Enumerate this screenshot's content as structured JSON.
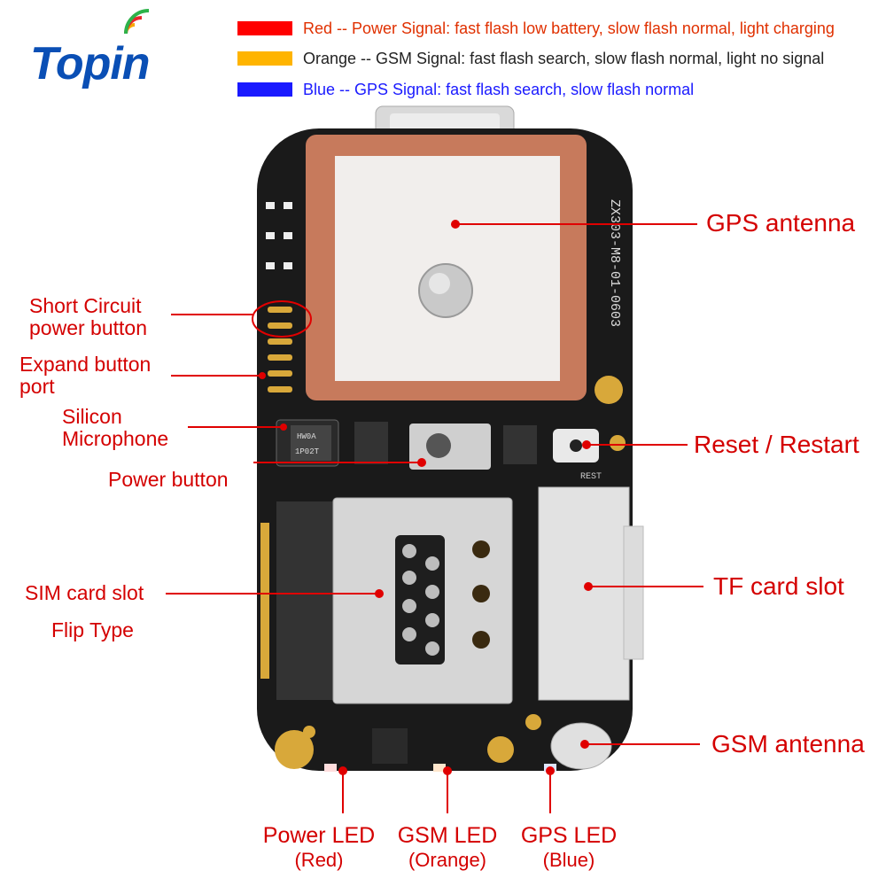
{
  "brand": {
    "name": "Topin"
  },
  "legend": [
    {
      "color": "#ff0000",
      "text": "Red -- Power Signal: fast flash low battery, slow flash normal, light charging",
      "text_color": "#e03000"
    },
    {
      "color": "#ffb400",
      "text": "Orange -- GSM Signal: fast flash search, slow flash normal, light no signal",
      "text_color": "#222222"
    },
    {
      "color": "#1a1aff",
      "text": "Blue -- GPS Signal: fast flash search, slow flash normal",
      "text_color": "#1a1aff"
    }
  ],
  "labels": {
    "gps_antenna": "GPS antenna",
    "short_circuit_1": "Short Circuit",
    "short_circuit_2": "power button",
    "expand_port_1": "Expand button",
    "expand_port_2": "port",
    "mic_1": "Silicon",
    "mic_2": "Microphone",
    "power_button": "Power button",
    "reset": "Reset / Restart",
    "sim_slot": "SIM card slot",
    "flip_type": "Flip Type",
    "tf_slot": "TF card slot",
    "gsm_antenna": "GSM antenna"
  },
  "leds": [
    {
      "name": "Power LED",
      "color": "(Red)"
    },
    {
      "name": "GSM LED",
      "color": "(Orange)"
    },
    {
      "name": "GPS LED",
      "color": "(Blue)"
    }
  ],
  "board_text": {
    "silkscreen": "ZX303-M8-01-0603",
    "mic_mark": "HW0A",
    "mic_code": "1P02T",
    "rest": "REST"
  },
  "colors": {
    "accent_red": "#d40000",
    "board": "#1a1a1a",
    "ceramic": "#c77a5c"
  }
}
